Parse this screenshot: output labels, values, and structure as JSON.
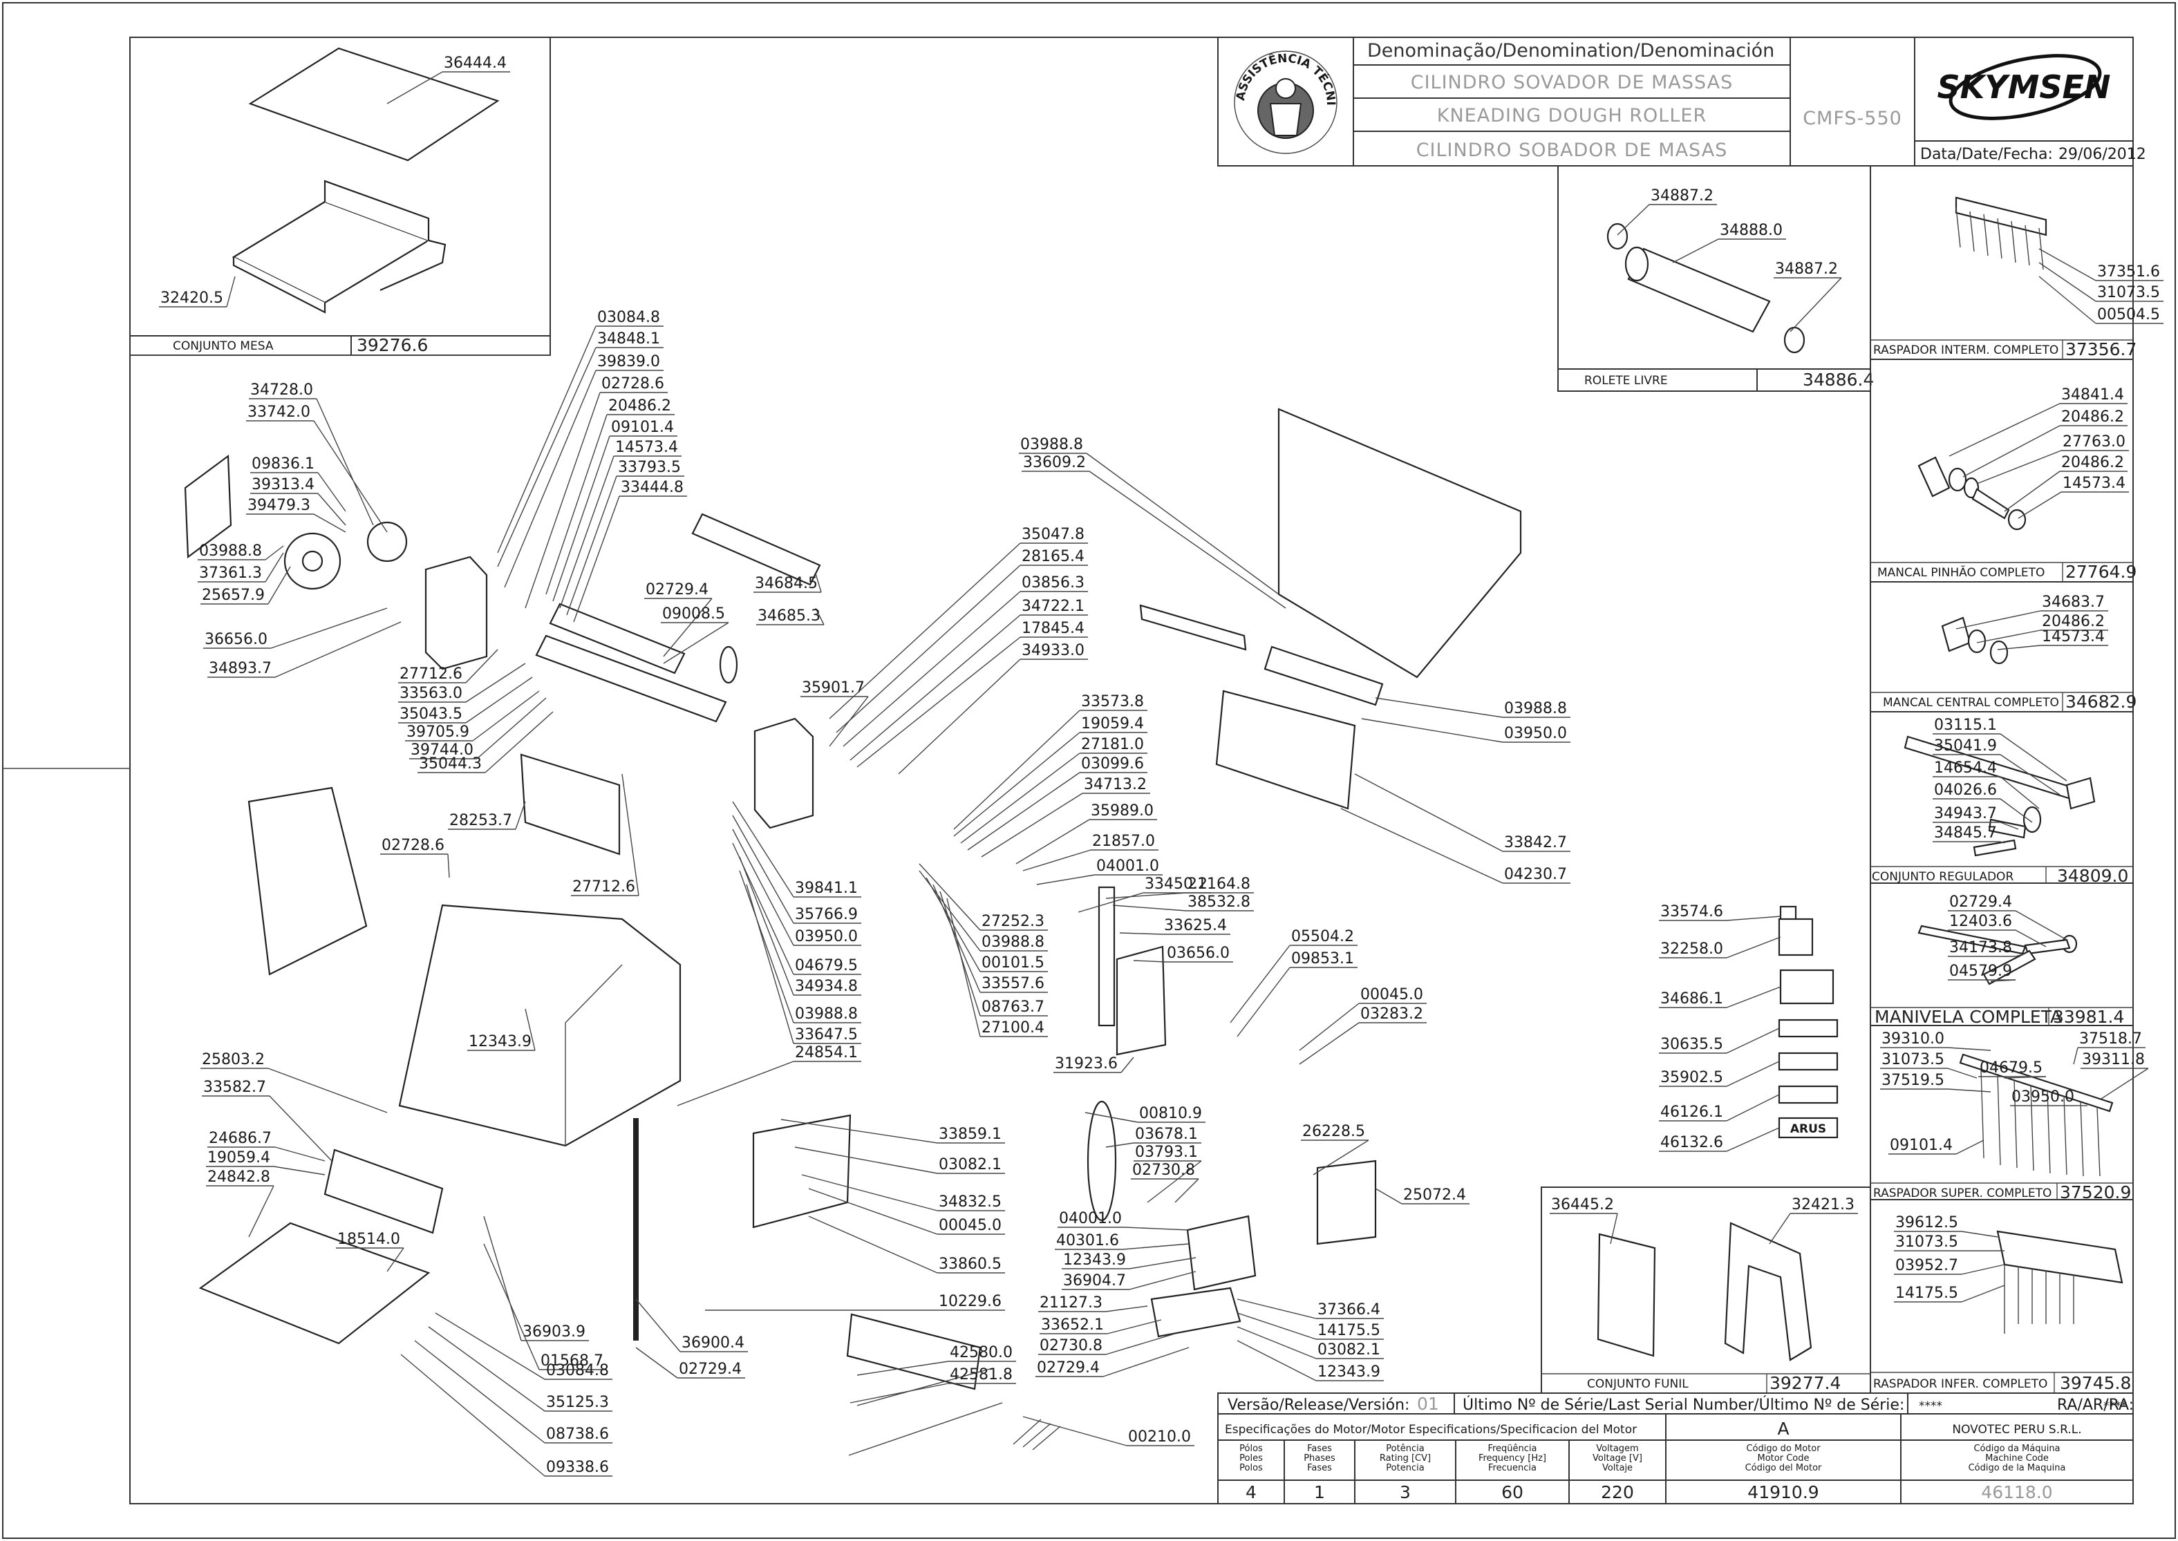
{
  "title_block": {
    "denomination_header": "Denominação/Denomination/Denominación",
    "name_pt": "CILINDRO SOVADOR DE MASSAS",
    "name_en": "KNEADING DOUGH ROLLER",
    "name_es": "CILINDRO SOBADOR DE MASAS",
    "model": "CMFS-550",
    "brand": "SKYMSEN",
    "date_label": "Data/Date/Fecha:",
    "date_value": "29/06/2012",
    "seal_text": "ASSISTÊNCIA TÉCNICA AUTORIZADA"
  },
  "footer": {
    "version_label": "Versão/Release/Versión:",
    "version_value": "01",
    "serial_label": "Último Nº de Série/Last Serial Number/Último Nº de Série:",
    "serial_value": "****",
    "ra_label": "RA/AR/RA:",
    "ra_value": "****",
    "motor_spec_label": "Especificações do Motor/Motor Especifications/Specificacion del Motor",
    "revision": "A",
    "dealer": "NOVOTEC PERU S.R.L.",
    "columns": [
      {
        "lines": [
          "Pólos",
          "Poles",
          "Polos"
        ],
        "value": "4"
      },
      {
        "lines": [
          "Fases",
          "Phases",
          "Fases"
        ],
        "value": "1"
      },
      {
        "lines": [
          "Potência",
          "Rating [CV]",
          "Potencia"
        ],
        "value": "3"
      },
      {
        "lines": [
          "Freqüência",
          "Frequency [Hz]",
          "Frecuencia"
        ],
        "value": "60"
      },
      {
        "lines": [
          "Voltagem",
          "Voltage [V]",
          "Voltaje"
        ],
        "value": "220"
      },
      {
        "lines": [
          "Código do Motor",
          "Motor Code",
          "Código del Motor"
        ],
        "value": "41910.9"
      },
      {
        "lines": [
          "Código da Máquina",
          "Machine Code",
          "Código de la Maquina"
        ],
        "value": "46118.0"
      }
    ]
  },
  "assemblies": {
    "conjunto_mesa": {
      "name": "CONJUNTO MESA",
      "code": "39276.6"
    },
    "rolete_livre": {
      "name": "ROLETE LIVRE",
      "code": "34886.4"
    },
    "raspador_interm": {
      "name": "RASPADOR INTERM. COMPLETO",
      "code": "37356.7"
    },
    "mancal_pinhao": {
      "name": "MANCAL PINHÃO COMPLETO",
      "code": "27764.9"
    },
    "mancal_central": {
      "name": "MANCAL CENTRAL COMPLETO",
      "code": "34682.9"
    },
    "conjunto_regulador": {
      "name": "CONJUNTO REGULADOR",
      "code": "34809.0"
    },
    "manivela": {
      "name": "MANIVELA COMPLETA",
      "code": "33981.4"
    },
    "raspador_super": {
      "name": "RASPADOR SUPER. COMPLETO",
      "code": "37520.9"
    },
    "conjunto_funil": {
      "name": "CONJUNTO FUNIL",
      "code": "39277.4"
    },
    "raspador_infer": {
      "name": "RASPADOR INFER. COMPLETO",
      "code": "39745.8"
    }
  },
  "label_text": {
    "arus": "ARUS"
  },
  "callouts": [
    "36444.4",
    "32420.5",
    "03084.8",
    "34848.1",
    "39839.0",
    "02728.6",
    "20486.2",
    "09101.4",
    "14573.4",
    "33793.5",
    "33444.8",
    "34728.0",
    "33742.0",
    "09836.1",
    "39313.4",
    "39479.3",
    "03988.8",
    "37361.3",
    "25657.9",
    "36656.0",
    "34893.7",
    "34684.5",
    "34685.3",
    "02729.4",
    "09008.5",
    "27712.6",
    "33563.0",
    "35043.5",
    "39705.9",
    "39744.0",
    "35044.3",
    "28253.7",
    "27712.6",
    "02728.6",
    "35901.7",
    "35047.8",
    "28165.4",
    "03856.3",
    "34722.1",
    "17845.4",
    "34933.0",
    "03988.8",
    "33609.2",
    "03988.8",
    "03950.0",
    "33842.7",
    "04230.7",
    "33573.8",
    "19059.4",
    "27181.0",
    "03099.6",
    "34713.2",
    "35989.0",
    "21857.0",
    "04001.0",
    "33450.2",
    "21164.8",
    "38532.8",
    "33625.4",
    "03656.0",
    "39841.1",
    "35766.9",
    "03950.0",
    "04679.5",
    "34934.8",
    "03988.8",
    "33647.5",
    "24854.1",
    "12343.9",
    "27252.3",
    "03988.8",
    "00101.5",
    "33557.6",
    "08763.7",
    "27100.4",
    "05504.2",
    "09853.1",
    "00045.0",
    "03283.2",
    "31923.6",
    "25803.2",
    "33582.7",
    "24686.7",
    "19059.4",
    "24842.8",
    "18514.0",
    "36903.9",
    "01568.7",
    "36900.4",
    "02729.4",
    "03084.8",
    "35125.3",
    "08738.6",
    "09338.6",
    "33859.1",
    "03082.1",
    "34832.5",
    "00045.0",
    "33860.5",
    "10229.6",
    "00810.9",
    "03678.1",
    "03793.1",
    "02730.8",
    "26228.5",
    "25072.4",
    "04001.0",
    "40301.6",
    "12343.9",
    "36904.7",
    "21127.3",
    "33652.1",
    "02730.8",
    "02729.4",
    "37366.4",
    "14175.5",
    "03082.1",
    "12343.9",
    "42580.0",
    "42581.8",
    "00210.0",
    "34887.2",
    "34888.0",
    "34887.2",
    "37351.6",
    "31073.5",
    "00504.5",
    "34841.4",
    "20486.2",
    "27763.0",
    "20486.2",
    "14573.4",
    "34683.7",
    "20486.2",
    "14573.4",
    "03115.1",
    "35041.9",
    "14654.4",
    "04026.6",
    "34943.7",
    "34845.7",
    "02729.4",
    "12403.6",
    "34173.8",
    "04579.9",
    "39310.0",
    "37518.7",
    "31073.5",
    "39311.8",
    "37519.5",
    "04679.5",
    "03950.0",
    "09101.4",
    "39612.5",
    "31073.5",
    "03952.7",
    "14175.5",
    "33574.6",
    "32258.0",
    "34686.1",
    "30635.5",
    "35902.5",
    "46126.1",
    "46132.6",
    "36445.2",
    "32421.3"
  ]
}
